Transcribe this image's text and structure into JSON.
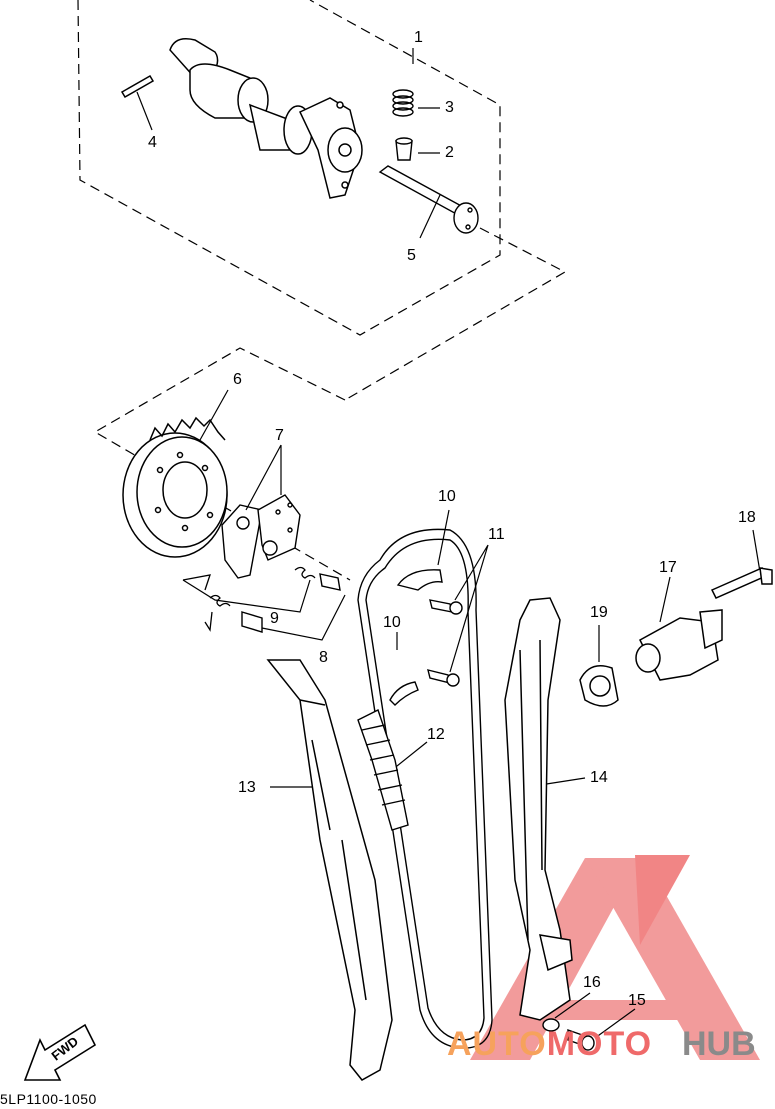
{
  "diagram": {
    "code": "5LP1100-1050",
    "direction_marker": "FWD",
    "callouts": [
      "1",
      "2",
      "3",
      "4",
      "5",
      "6",
      "7",
      "8",
      "9",
      "10",
      "10",
      "11",
      "12",
      "13",
      "14",
      "15",
      "16",
      "17",
      "18",
      "19"
    ]
  },
  "watermark": {
    "part1": "AUTO",
    "part2": "MOTO",
    "part3": "HUB",
    "colors": {
      "orange": "#f6a25c",
      "red": "#ef6a6a",
      "gray": "#8a8a8a"
    }
  }
}
